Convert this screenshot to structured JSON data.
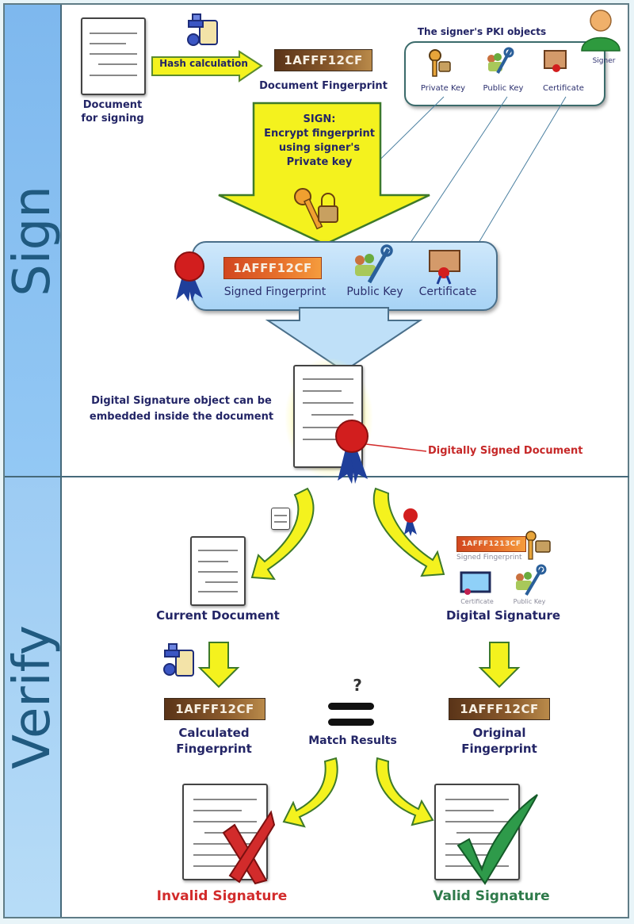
{
  "sections": {
    "sign": "Sign",
    "verify": "Verify"
  },
  "sign": {
    "document_label_line1": "Document",
    "document_label_line2": "for signing",
    "hash_step": "Hash calculation",
    "fingerprint_value": "1AFFF12CF",
    "fingerprint_label": "Document Fingerprint",
    "pki_title": "The signer's PKI objects",
    "signer_label": "Signer",
    "pki_objects": [
      {
        "label": "Private Key",
        "icon": "private-key-icon"
      },
      {
        "label": "Public Key",
        "icon": "public-key-icon"
      },
      {
        "label": "Certificate",
        "icon": "certificate-icon"
      }
    ],
    "sign_step": {
      "title": "SIGN:",
      "line1": "Encrypt fingerprint",
      "line2": "using signer's",
      "line3": "Private key"
    },
    "signature_object": {
      "signed_fingerprint_value": "1AFFF12CF",
      "signed_fingerprint_label": "Signed Fingerprint",
      "public_key_label": "Public Key",
      "certificate_label": "Certificate"
    },
    "embed_note_line1": "Digital Signature object can be",
    "embed_note_line2": "embedded inside the document",
    "signed_document_label": "Digitally Signed Document"
  },
  "verify": {
    "current_document_label": "Current Document",
    "digital_signature_label": "Digital Signature",
    "digital_signature_parts": {
      "signed_fingerprint_value": "1AFFF1213CF",
      "signed_fingerprint_label": "Signed Fingerprint",
      "certificate_label": "Certificate",
      "public_key_label": "Public Key"
    },
    "calculated_value": "1AFFF12CF",
    "calculated_label_line1": "Calculated",
    "calculated_label_line2": "Fingerprint",
    "original_value": "1AFFF12CF",
    "original_label_line1": "Original",
    "original_label_line2": "Fingerprint",
    "match_question": "?",
    "match_label": "Match Results",
    "invalid_label": "Invalid Signature",
    "valid_label": "Valid Signature"
  },
  "colors": {
    "label_navy": "#232566",
    "invalid_red": "#d22b2b",
    "valid_green": "#2e7a4a",
    "arrow_yellow": "#f4f21e",
    "side_blue": "#8ec2f2"
  }
}
